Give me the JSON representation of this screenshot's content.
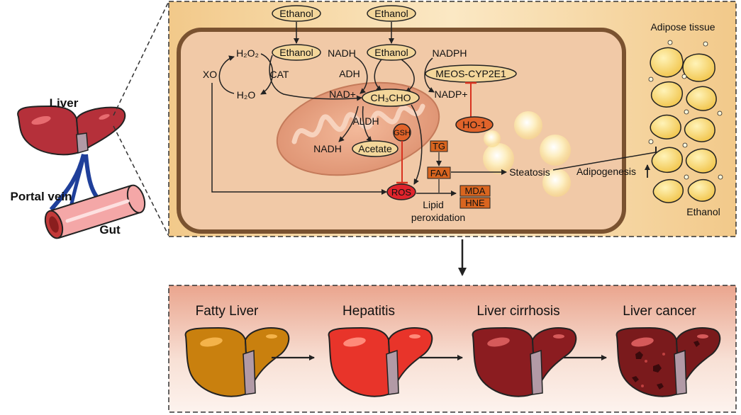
{
  "left_panel": {
    "liver_label": "Liver",
    "portal_vein_label": "Portal vein",
    "gut_label": "Gut"
  },
  "cell_panel": {
    "ethanol_input_1": "Ethanol",
    "ethanol_input_2": "Ethanol",
    "ethanol_cell_1": "Ethanol",
    "ethanol_cell_2": "Ethanol",
    "h2o2": "H₂O₂",
    "h2o": "H₂O",
    "xo": "XO",
    "cat": "CAT",
    "nadh_top": "NADH",
    "nad_plus": "NAD+",
    "adh": "ADH",
    "nadph": "NADPH",
    "nadp_plus": "NADP+",
    "meos": "MEOS-CYP2E1",
    "acetaldehyde": "CH₃CHO",
    "ho1": "HO-1",
    "aldh": "ALDH",
    "nadh_bottom": "NADH",
    "acetate": "Acetate",
    "gsh": "GSH",
    "tg": "TG",
    "faa": "FAA",
    "ros": "ROS",
    "mda": "MDA",
    "hne": "HNE",
    "lipid_peroxidation_1": "Lipid",
    "lipid_peroxidation_2": "peroxidation",
    "steatosis": "Steatosis",
    "adipogenesis": "Adipogenesis",
    "adipose_tissue": "Adipose tissue",
    "ethanol_adipose": "Ethanol"
  },
  "progression": {
    "stages": [
      "Fatty Liver",
      "Hepatitis",
      "Liver cirrhosis",
      "Liver cancer"
    ],
    "colors": {
      "fatty": "#c9800e",
      "hepatitis": "#e8342a",
      "cirrhosis": "#8b1c20",
      "cancer": "#7a1a1c"
    }
  },
  "colors": {
    "panel_bg": "#f6d9a3",
    "cell_fill": "#f1c9a7",
    "cell_border": "#7a5230",
    "label_ellipse": "#f3d69a",
    "orange_box": "#d9651f",
    "ros_red": "#e0242c",
    "inhibit_red": "#d9321f",
    "vein_blue": "#1f3f9a",
    "progression_bg": "#f4d0c2"
  }
}
